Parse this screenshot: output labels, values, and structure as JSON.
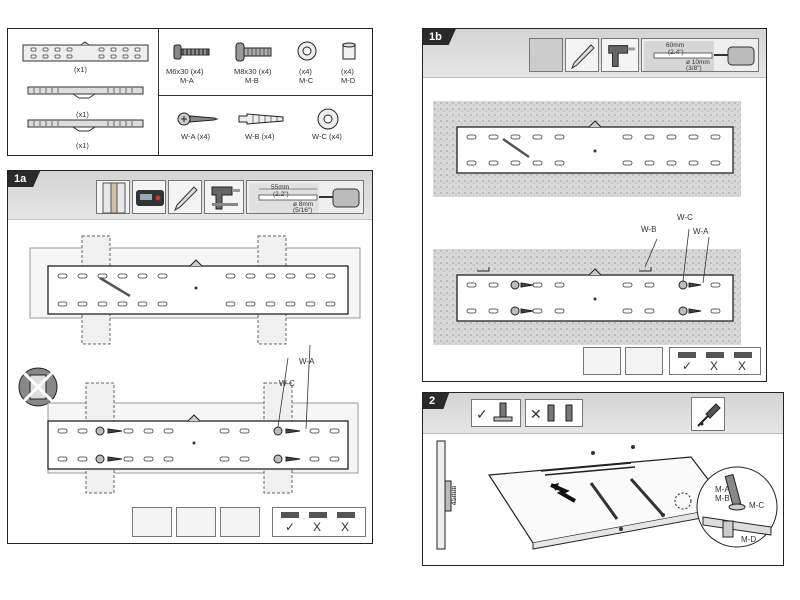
{
  "parts": {
    "brackets": [
      {
        "qty": "(x1)"
      },
      {
        "qty": "(x1)"
      },
      {
        "qty": "(x1)"
      }
    ],
    "hardware_top": [
      {
        "size": "M6x30 (x4)",
        "code": "M-A"
      },
      {
        "size": "M8x30 (x4)",
        "code": "M-B"
      },
      {
        "size": "(x4)",
        "code": "M-C"
      },
      {
        "size": "(x4)",
        "code": "M-D"
      }
    ],
    "hardware_bottom": [
      {
        "label": "W-A (x4)"
      },
      {
        "label": "W-B (x4)"
      },
      {
        "label": "W-C (x4)"
      }
    ]
  },
  "step_1a": {
    "tag": "1a",
    "drill_dims": {
      "depth": "55mm",
      "inch": "(2.2\")",
      "bit": "ø 8mm",
      "bit_inch": "(5/16\")"
    },
    "callouts": {
      "wa": "W-A",
      "wc": "W-C"
    },
    "checks": [
      "✓",
      "X",
      "X"
    ]
  },
  "step_1b": {
    "tag": "1b",
    "drill_dims": {
      "depth": "60mm",
      "inch": "(2.4\")",
      "bit": "ø 10mm",
      "bit_inch": "(3/8\")"
    },
    "callouts": {
      "wb": "W-B",
      "wc": "W-C",
      "wa": "W-A"
    },
    "checks": [
      "✓",
      "X",
      "X"
    ]
  },
  "step_2": {
    "tag": "2",
    "marks": {
      "ok": "✓",
      "no": "✕"
    },
    "callouts": {
      "ma": "M-A",
      "mb": "M-B",
      "mc": "M-C",
      "md": "M-D"
    },
    "side_label": "45mm"
  }
}
